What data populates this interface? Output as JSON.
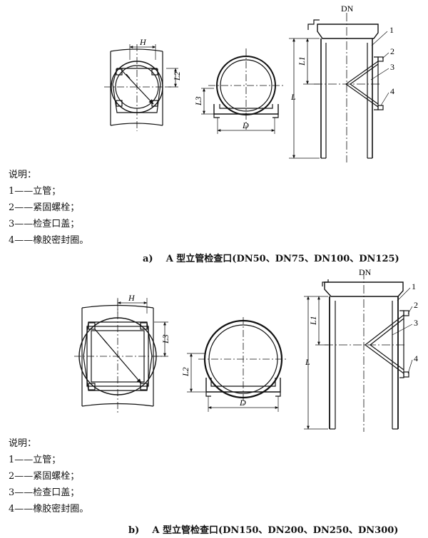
{
  "figure_a": {
    "labels": {
      "dn": "DN",
      "h": "H",
      "l": "L",
      "l1": "L1",
      "l2": "L2",
      "l3": "L3",
      "d": "D",
      "c1": "1",
      "c2": "2",
      "c3": "3",
      "c4": "4"
    },
    "legend_title": "说明：",
    "legend": [
      "1——立管；",
      "2——紧固螺栓；",
      "3——检查口盖；",
      "4——橡胶密封圈。"
    ],
    "caption_letter": "a)",
    "caption": "A 型立管检查口(DN50、DN75、DN100、DN125)"
  },
  "figure_b": {
    "labels": {
      "dn": "DN",
      "h": "H",
      "l": "L",
      "l1": "L1",
      "l2": "L2",
      "l3": "L3",
      "d": "D",
      "c1": "1",
      "c2": "2",
      "c3": "3",
      "c4": "4"
    },
    "legend_title": "说明：",
    "legend": [
      "1——立管；",
      "2——紧固螺栓；",
      "3——检查口盖；",
      "4——橡胶密封圈。"
    ],
    "caption_letter": "b)",
    "caption": "A 型立管检查口(DN150、DN200、DN250、DN300)"
  }
}
